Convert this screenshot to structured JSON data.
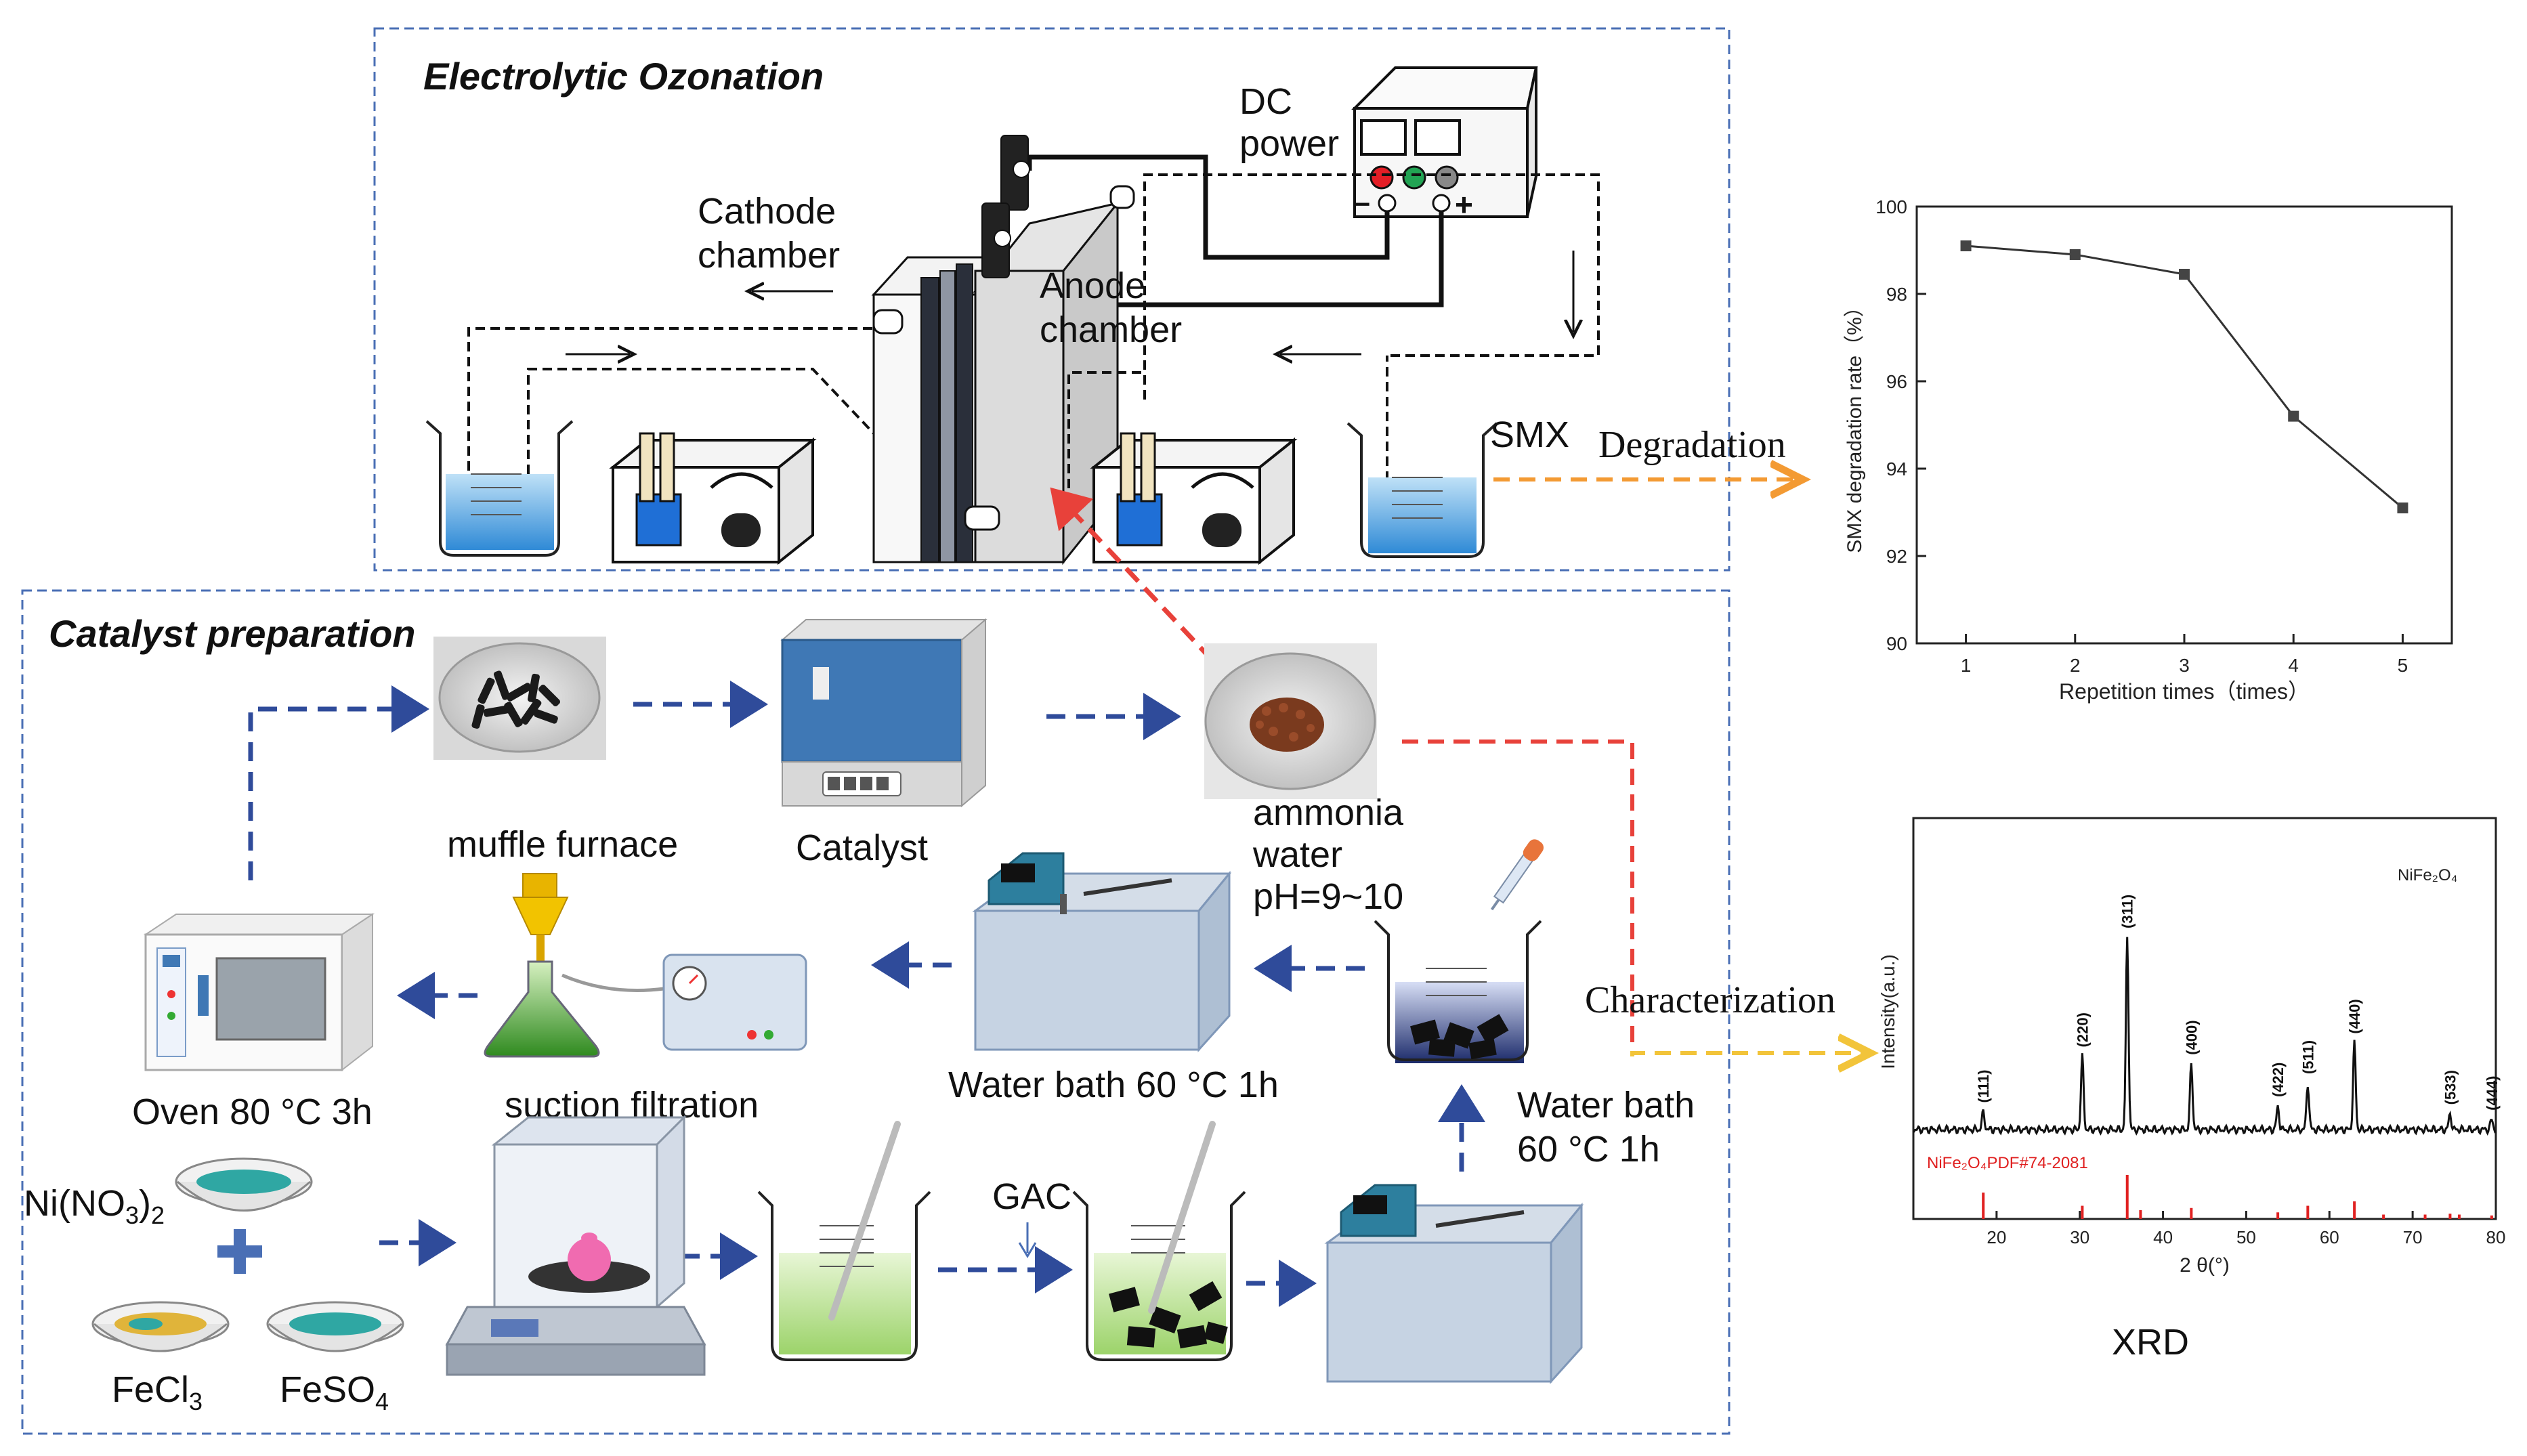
{
  "sections": {
    "ozonation_title": "Electrolytic Ozonation",
    "catalyst_title": "Catalyst preparation"
  },
  "labels": {
    "dc_power_line1": "DC",
    "dc_power_line2": "power",
    "cathode_line1": "Cathode",
    "cathode_line2": "chamber",
    "anode_line1": "Anode",
    "anode_line2": "chamber",
    "smx": "SMX",
    "degradation": "Degradation",
    "characterization": "Characterization",
    "muffle_furnace": "muffle furnace",
    "catalyst": "Catalyst",
    "ammonia_line1": "ammonia",
    "ammonia_line2": "water",
    "ammonia_line3": "pH=9~10",
    "oven": "Oven 80 °C 3h",
    "suction": "suction filtration",
    "water_bath_mid": "Water bath 60 °C 1h",
    "water_bath_right_line1": "Water bath",
    "water_bath_right_line2": "60 °C 1h",
    "nino3": "Ni(NO",
    "nino3_sub": "3",
    "nino3_end": ")",
    "nino3_sub2": "2",
    "fecl3": "FeCl",
    "fecl3_sub": "3",
    "feso4": "FeSO",
    "feso4_sub": "4",
    "gac": "GAC",
    "xrd": "XRD"
  },
  "colors": {
    "dash_blue": "#2f4b9a",
    "dash_orange": "#f39a33",
    "dash_red": "#e8413a",
    "dash_yellow": "#f2c43a",
    "box_border": "#4a6fb5",
    "water_blue": "#5aa6e0",
    "xrd_ref": "#e02020"
  },
  "chart_data": [
    {
      "type": "line",
      "xlabel": "Repetition times（times）",
      "ylabel": "SMX degradation rate（%）",
      "x": [
        1,
        2,
        3,
        4,
        5
      ],
      "xticks": [
        "1",
        "2",
        "3",
        "4",
        "5"
      ],
      "yticks": [
        "90",
        "92",
        "94",
        "96",
        "98",
        "100"
      ],
      "ylim": [
        90,
        100
      ],
      "series": [
        {
          "values": [
            99.1,
            98.9,
            98.45,
            95.2,
            93.1
          ]
        }
      ]
    },
    {
      "type": "line",
      "title": "XRD",
      "legend": "NiFe₂O₄",
      "ref_label": "NiFe₂O₄PDF#74-2081",
      "xlabel": "2 θ(°)",
      "ylabel": "Intensity(a.u.)",
      "xlim": [
        10,
        80
      ],
      "xticks": [
        "20",
        "30",
        "40",
        "50",
        "60",
        "70",
        "80"
      ],
      "peaks": [
        {
          "x": 18.4,
          "label": "(111)",
          "h": 0.09
        },
        {
          "x": 30.3,
          "label": "(220)",
          "h": 0.38
        },
        {
          "x": 35.7,
          "label": "(311)",
          "h": 1.0
        },
        {
          "x": 43.4,
          "label": "(400)",
          "h": 0.34
        },
        {
          "x": 53.8,
          "label": "(422)",
          "h": 0.12
        },
        {
          "x": 57.4,
          "label": "(511)",
          "h": 0.24
        },
        {
          "x": 63.0,
          "label": "(440)",
          "h": 0.45
        },
        {
          "x": 74.5,
          "label": "(533)",
          "h": 0.08
        },
        {
          "x": 79.5,
          "label": "(444)",
          "h": 0.05
        }
      ],
      "ref_lines": [
        18.4,
        30.3,
        35.7,
        37.3,
        43.4,
        53.8,
        57.4,
        63.0,
        66.5,
        71.5,
        74.5,
        75.6,
        79.5
      ]
    }
  ]
}
